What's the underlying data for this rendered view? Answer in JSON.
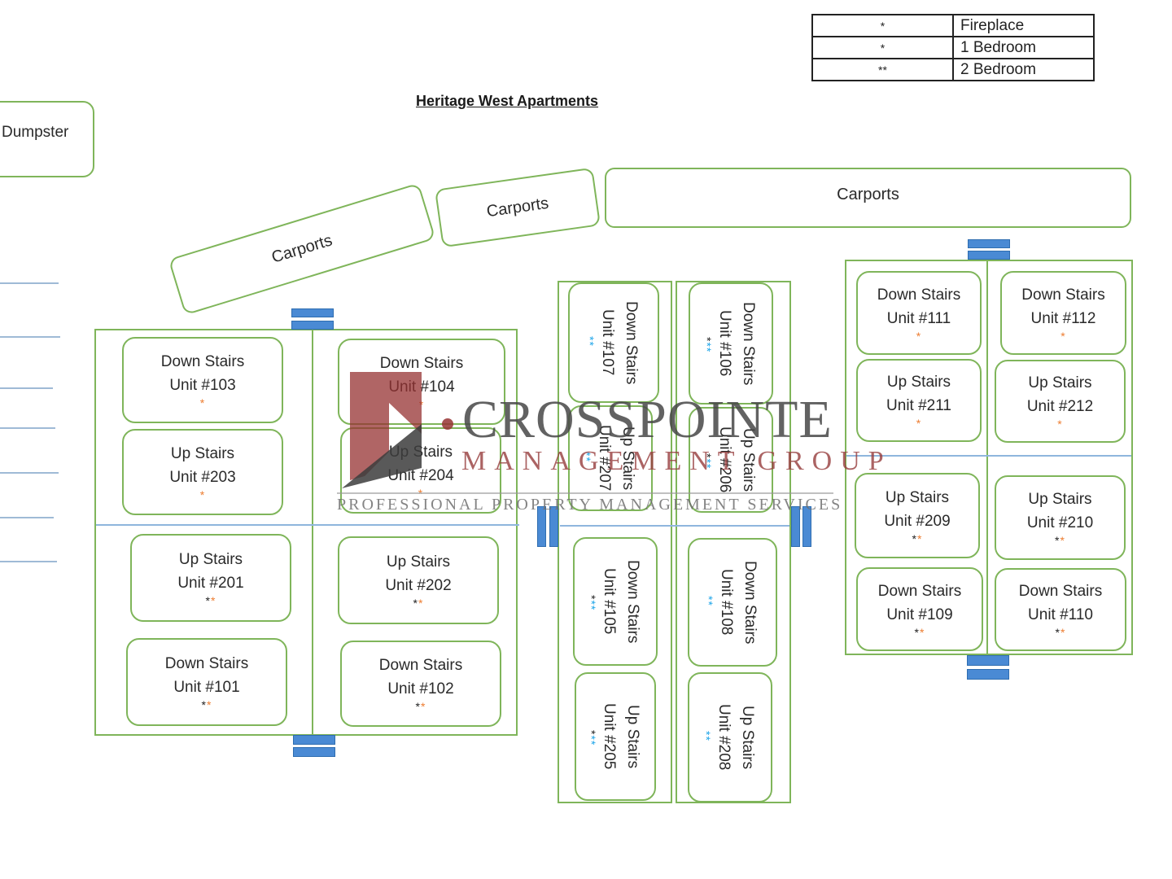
{
  "title": "Heritage West Apartments",
  "legend": [
    {
      "symbol": "*",
      "color": "#222222",
      "label": "Fireplace"
    },
    {
      "symbol": "*",
      "color": "#ed7d31",
      "label": "1 Bedroom"
    },
    {
      "symbol": "**",
      "color": "#1ca4e8",
      "label": "2 Bedroom"
    }
  ],
  "dumpster_label": "Dumpster",
  "carports": [
    "Carports",
    "Carports",
    "Carports"
  ],
  "watermark": {
    "name": "CROSSPOINTE",
    "sub": "MANAGEMENT GROUP",
    "tagline": "PROFESSIONAL PROPERTY MANAGEMENT SERVICES"
  },
  "units": {
    "u103": {
      "level": "Down Stairs",
      "unit": "Unit #103",
      "fire": "",
      "one": "*",
      "two": ""
    },
    "u104": {
      "level": "Down Stairs",
      "unit": "Unit #104",
      "fire": "",
      "one": "*",
      "two": ""
    },
    "u203": {
      "level": "Up Stairs",
      "unit": "Unit #203",
      "fire": "",
      "one": "*",
      "two": ""
    },
    "u204": {
      "level": "Up Stairs",
      "unit": "Unit #204",
      "fire": "",
      "one": "*",
      "two": ""
    },
    "u201": {
      "level": "Up Stairs",
      "unit": "Unit #201",
      "fire": "*",
      "one": "*",
      "two": ""
    },
    "u202": {
      "level": "Up Stairs",
      "unit": "Unit #202",
      "fire": "*",
      "one": "*",
      "two": ""
    },
    "u101": {
      "level": "Down Stairs",
      "unit": "Unit #101",
      "fire": "*",
      "one": "*",
      "two": ""
    },
    "u102": {
      "level": "Down Stairs",
      "unit": "Unit #102",
      "fire": "*",
      "one": "*",
      "two": ""
    },
    "u107": {
      "level": "Down Stairs",
      "unit": "Unit #107",
      "fire": "",
      "one": "",
      "two": "**"
    },
    "u106": {
      "level": "Down Stairs",
      "unit": "Unit #106",
      "fire": "*",
      "one": "",
      "two": "**"
    },
    "u207": {
      "level": "Up Stairs",
      "unit": "Unit #207",
      "fire": "",
      "one": "",
      "two": "**"
    },
    "u206": {
      "level": "Up Stairs",
      "unit": "Unit #206",
      "fire": "*",
      "one": "",
      "two": "**"
    },
    "u105": {
      "level": "Down Stairs",
      "unit": "Unit #105",
      "fire": "*",
      "one": "",
      "two": "**"
    },
    "u108": {
      "level": "Down Stairs",
      "unit": "Unit #108",
      "fire": "",
      "one": "",
      "two": "**"
    },
    "u205": {
      "level": "Up Stairs",
      "unit": "Unit #205",
      "fire": "*",
      "one": "",
      "two": "**"
    },
    "u208": {
      "level": "Up Stairs",
      "unit": "Unit #208",
      "fire": "",
      "one": "",
      "two": "**"
    },
    "u111": {
      "level": "Down Stairs",
      "unit": "Unit #111",
      "fire": "",
      "one": "*",
      "two": ""
    },
    "u112": {
      "level": "Down Stairs",
      "unit": "Unit #112",
      "fire": "",
      "one": "*",
      "two": ""
    },
    "u211": {
      "level": "Up Stairs",
      "unit": "Unit #211",
      "fire": "",
      "one": "*",
      "two": ""
    },
    "u212": {
      "level": "Up Stairs",
      "unit": "Unit #212",
      "fire": "",
      "one": "*",
      "two": ""
    },
    "u209": {
      "level": "Up Stairs",
      "unit": "Unit #209",
      "fire": "*",
      "one": "*",
      "two": ""
    },
    "u210": {
      "level": "Up Stairs",
      "unit": "Unit #210",
      "fire": "*",
      "one": "*",
      "two": ""
    },
    "u109": {
      "level": "Down Stairs",
      "unit": "Unit #109",
      "fire": "*",
      "one": "*",
      "two": ""
    },
    "u110": {
      "level": "Down Stairs",
      "unit": "Unit #110",
      "fire": "*",
      "one": "*",
      "two": ""
    }
  }
}
